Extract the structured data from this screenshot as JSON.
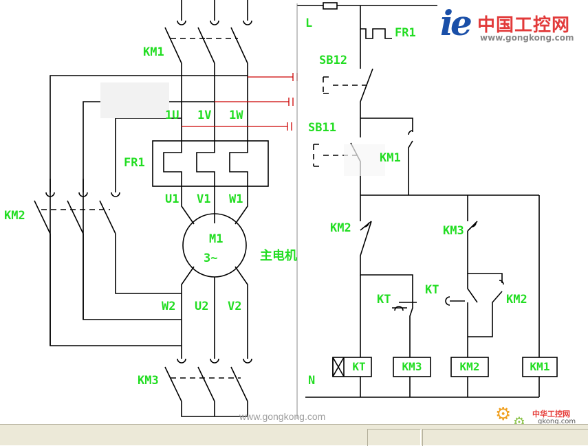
{
  "labels": {
    "km1_main": "KM1",
    "km2_main": "KM2",
    "km3_main": "KM3",
    "fr1_main": "FR1",
    "u1_top": "1U",
    "v1_top": "1V",
    "w1_top": "1W",
    "u1": "U1",
    "v1": "V1",
    "w1": "W1",
    "motor_name": "M1",
    "motor_type": "3~",
    "motor_caption": "主电机",
    "w2": "W2",
    "u2": "U2",
    "v2": "V2",
    "L": "L",
    "N": "N",
    "fr1_ctrl": "FR1",
    "sb12": "SB12",
    "sb11": "SB11",
    "km1_ctrl": "KM1",
    "km2_ctrl": "KM2",
    "km3_ctrl": "KM3",
    "kt_left": "KT",
    "kt_right": "KT",
    "km2_ctrl2": "KM2"
  },
  "coils": [
    "KT",
    "KM3",
    "KM2",
    "KM1"
  ],
  "logo": {
    "ie": "ie",
    "cn": "中国工控网",
    "url": "www.gongkong.com"
  },
  "watermark": "www.gongkong.com",
  "logo2": {
    "t1": "中华工控网",
    "t2": "gkong.com"
  },
  "colors": {
    "wire_black": "#000000",
    "wire_red": "#cc0000",
    "label_green": "#22dd22",
    "line_grey": "#888888"
  }
}
